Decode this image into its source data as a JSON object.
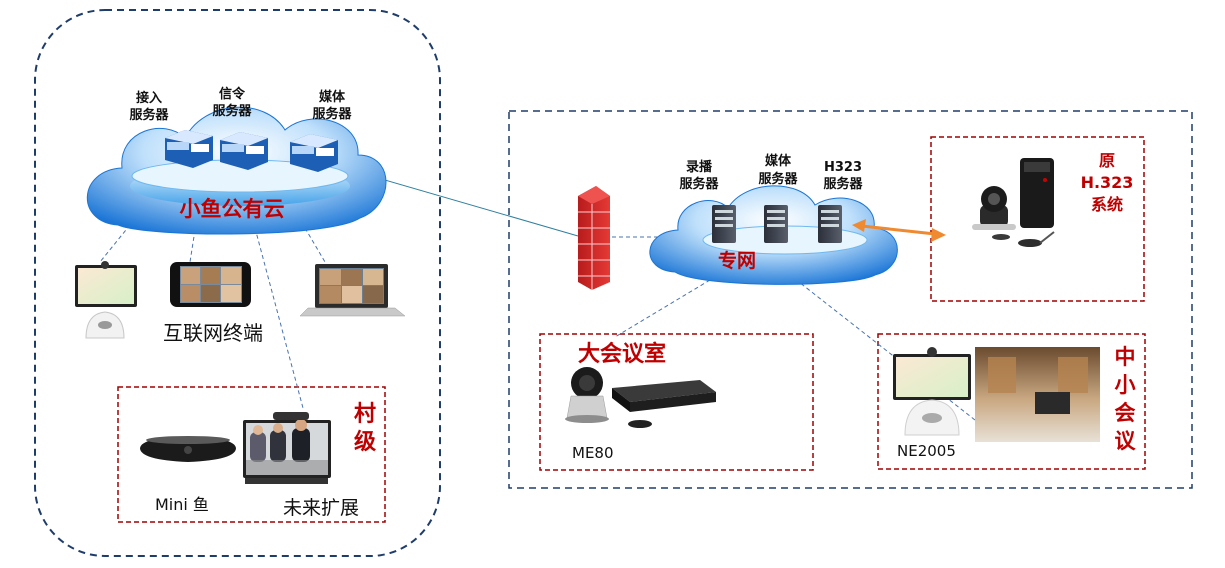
{
  "public_cloud": {
    "access_server": [
      "接入",
      "服务器"
    ],
    "signaling_server": [
      "信令",
      "服务器"
    ],
    "media_server": [
      "媒体",
      "服务器"
    ],
    "name": "小鱼公有云",
    "internet_terminal": "互联网终端"
  },
  "village": {
    "label": [
      "村",
      "级"
    ],
    "mini_fish": "Mini 鱼",
    "future_expansion": "未来扩展"
  },
  "private_network": {
    "recording_server": [
      "录播",
      "服务器"
    ],
    "media_server": [
      "媒体",
      "服务器"
    ],
    "h323_server": [
      "H323",
      "服务器"
    ],
    "name": "专网"
  },
  "legacy_h323": {
    "label": [
      "原",
      "H.323",
      "系统"
    ]
  },
  "large_meeting": {
    "label": "大会议室",
    "device": "ME80"
  },
  "small_meeting": {
    "label": [
      "中",
      "小",
      "会",
      "议"
    ],
    "device": "NE2005"
  },
  "colors": {
    "cloud_blue": "#1a75d6",
    "red_label": "#c00000",
    "dash_border": "#1f3d6b",
    "red_border": "#a00000",
    "link_orange": "#f08a30"
  }
}
